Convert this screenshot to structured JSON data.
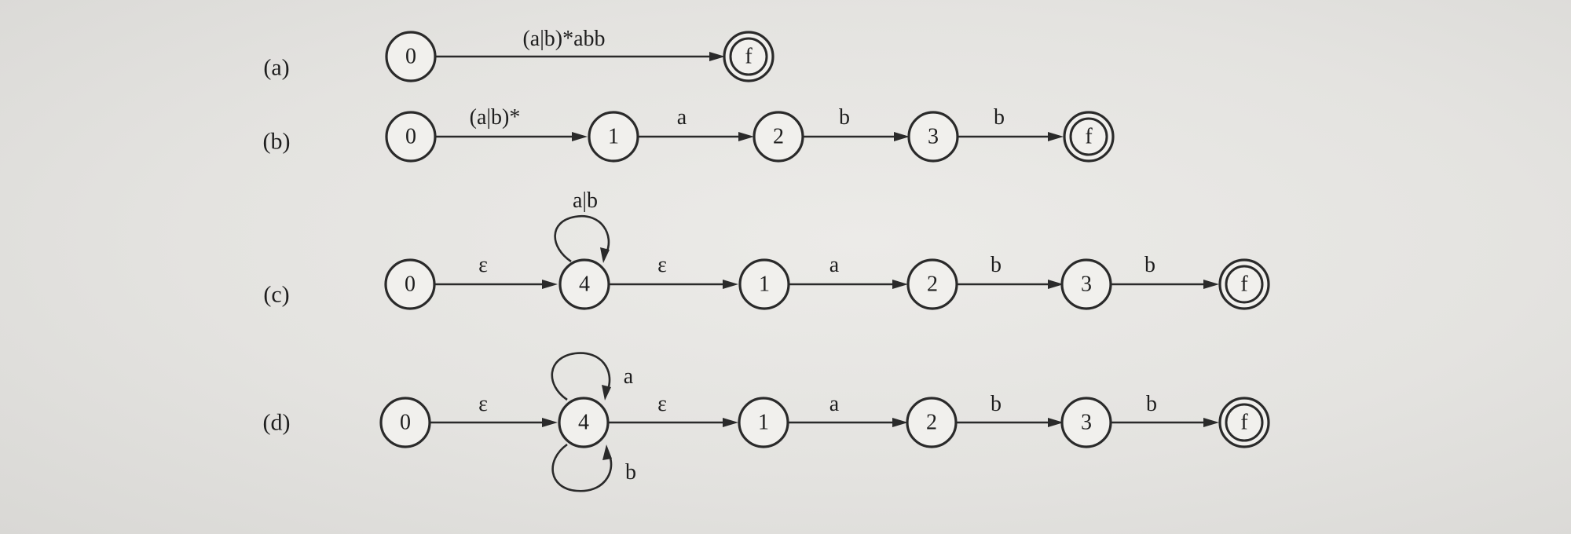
{
  "rows": [
    {
      "label": "(a)",
      "states": [
        {
          "id": "0"
        },
        {
          "id": "f",
          "accepting": true
        }
      ],
      "transitions": [
        {
          "from": "0",
          "to": "f",
          "label": "(a|b)*abb"
        }
      ]
    },
    {
      "label": "(b)",
      "states": [
        {
          "id": "0"
        },
        {
          "id": "1"
        },
        {
          "id": "2"
        },
        {
          "id": "3"
        },
        {
          "id": "f",
          "accepting": true
        }
      ],
      "transitions": [
        {
          "from": "0",
          "to": "1",
          "label": "(a|b)*"
        },
        {
          "from": "1",
          "to": "2",
          "label": "a"
        },
        {
          "from": "2",
          "to": "3",
          "label": "b"
        },
        {
          "from": "3",
          "to": "f",
          "label": "b"
        }
      ]
    },
    {
      "label": "(c)",
      "states": [
        {
          "id": "0"
        },
        {
          "id": "4"
        },
        {
          "id": "1"
        },
        {
          "id": "2"
        },
        {
          "id": "3"
        },
        {
          "id": "f",
          "accepting": true
        }
      ],
      "transitions": [
        {
          "from": "0",
          "to": "4",
          "label": "ε"
        },
        {
          "from": "4",
          "to": "4",
          "label": "a|b"
        },
        {
          "from": "4",
          "to": "1",
          "label": "ε"
        },
        {
          "from": "1",
          "to": "2",
          "label": "a"
        },
        {
          "from": "2",
          "to": "3",
          "label": "b"
        },
        {
          "from": "3",
          "to": "f",
          "label": "b"
        }
      ]
    },
    {
      "label": "(d)",
      "states": [
        {
          "id": "0"
        },
        {
          "id": "4"
        },
        {
          "id": "1"
        },
        {
          "id": "2"
        },
        {
          "id": "3"
        },
        {
          "id": "f",
          "accepting": true
        }
      ],
      "transitions": [
        {
          "from": "0",
          "to": "4",
          "label": "ε"
        },
        {
          "from": "4",
          "to": "4",
          "label": "a"
        },
        {
          "from": "4",
          "to": "4",
          "label": "b"
        },
        {
          "from": "4",
          "to": "1",
          "label": "ε"
        },
        {
          "from": "1",
          "to": "2",
          "label": "a"
        },
        {
          "from": "2",
          "to": "3",
          "label": "b"
        },
        {
          "from": "3",
          "to": "f",
          "label": "b"
        }
      ]
    }
  ]
}
